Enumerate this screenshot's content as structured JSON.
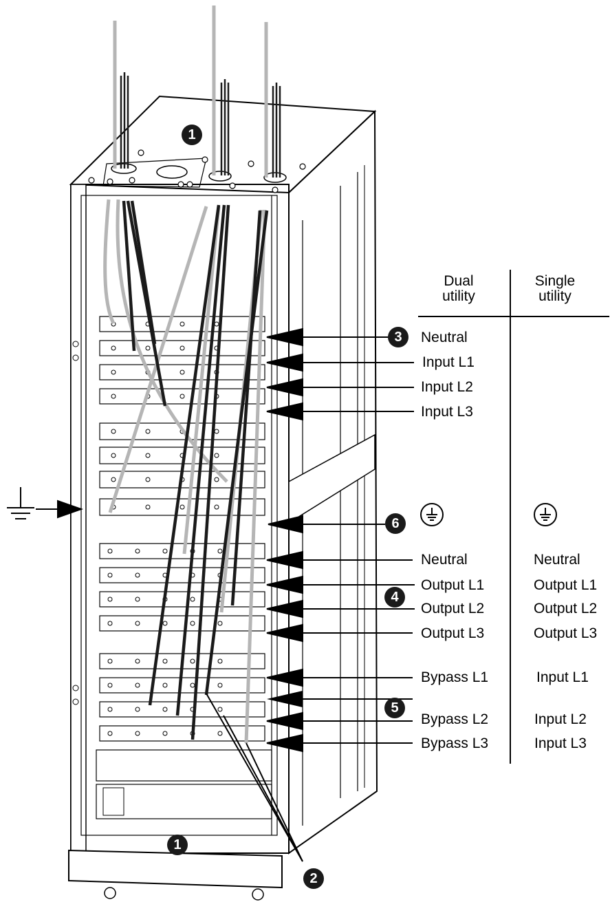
{
  "headers": {
    "dual": "Dual\nutility",
    "single": "Single\nutility"
  },
  "badges": {
    "b1": "1",
    "b2": "2",
    "b3": "3",
    "b4": "4",
    "b5": "5",
    "b6": "6"
  },
  "labels_dual": {
    "input_neutral": "Neutral",
    "input_l1": "Input L1",
    "input_l2": "Input L2",
    "input_l3": "Input L3",
    "output_neutral": "Neutral",
    "output_l1": "Output L1",
    "output_l2": "Output L2",
    "output_l3": "Output L3",
    "bypass_l1": "Bypass L1",
    "bypass_l2": "Bypass L2",
    "bypass_l3": "Bypass L3"
  },
  "labels_single": {
    "output_neutral": "Neutral",
    "output_l1": "Output L1",
    "output_l2": "Output L2",
    "output_l3": "Output L3",
    "input_l1": "Input L1",
    "input_l2": "Input L2",
    "input_l3": "Input L3"
  },
  "icons": {
    "ground_left": "ground-symbol-icon",
    "ground_dual": "protective-earth-icon",
    "ground_single": "protective-earth-icon"
  },
  "colors": {
    "cable_dark": "#1a1a1a",
    "cable_light": "#b5b5b5",
    "line": "#000000",
    "badge": "#1a1a1a"
  }
}
